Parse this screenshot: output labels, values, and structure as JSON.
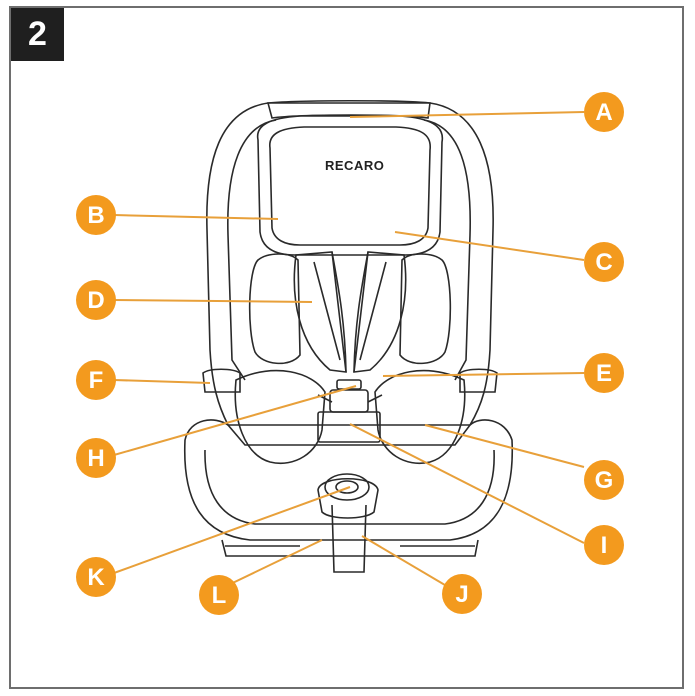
{
  "figure": {
    "step_number": "2",
    "brand_logo": "RECARO"
  },
  "callouts": [
    {
      "label": "A"
    },
    {
      "label": "B"
    },
    {
      "label": "C"
    },
    {
      "label": "D"
    },
    {
      "label": "E"
    },
    {
      "label": "F"
    },
    {
      "label": "G"
    },
    {
      "label": "H"
    },
    {
      "label": "I"
    },
    {
      "label": "J"
    },
    {
      "label": "K"
    },
    {
      "label": "L"
    }
  ],
  "colors": {
    "callout": "#f39a1e",
    "badge": "#1f1f1f",
    "frame": "#6e6e6e"
  }
}
